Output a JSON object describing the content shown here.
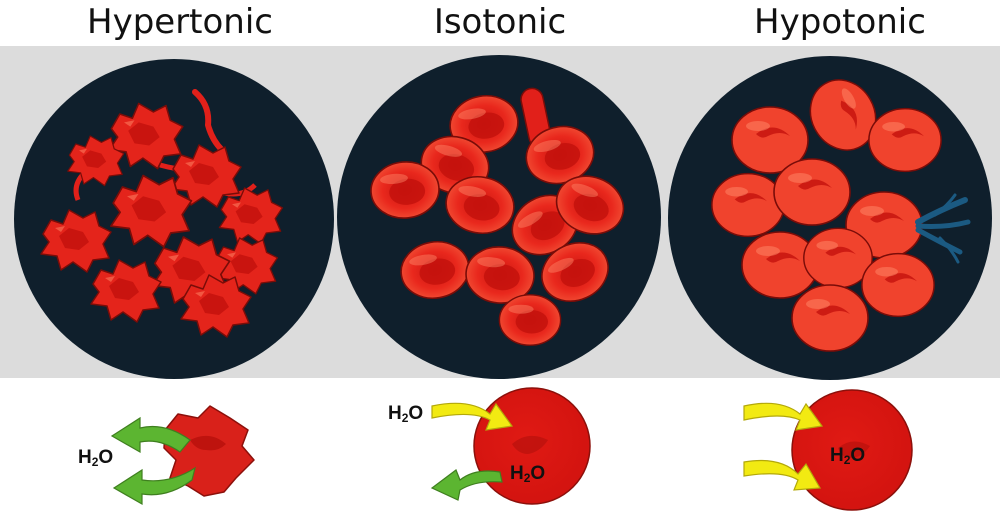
{
  "colors": {
    "band": "#dcdcdc",
    "dish": "#0f1f2c",
    "cell": "#e1201a",
    "cell_light": "#f4513a",
    "cell_outline": "#7a0c08",
    "water_in_arrow": "#f2ea12",
    "water_out_arrow": "#5cb531",
    "leak": "#1b5a82"
  },
  "panels": [
    {
      "title": "Hypertonic",
      "labels": [
        {
          "base": "H",
          "sub": "2",
          "tail": "O"
        }
      ]
    },
    {
      "title": "Isotonic",
      "labels": [
        {
          "base": "H",
          "sub": "2",
          "tail": "O"
        },
        {
          "base": "H",
          "sub": "2",
          "tail": "O"
        }
      ]
    },
    {
      "title": "Hypotonic",
      "labels": [
        {
          "base": "H",
          "sub": "2",
          "tail": "O"
        }
      ]
    }
  ]
}
